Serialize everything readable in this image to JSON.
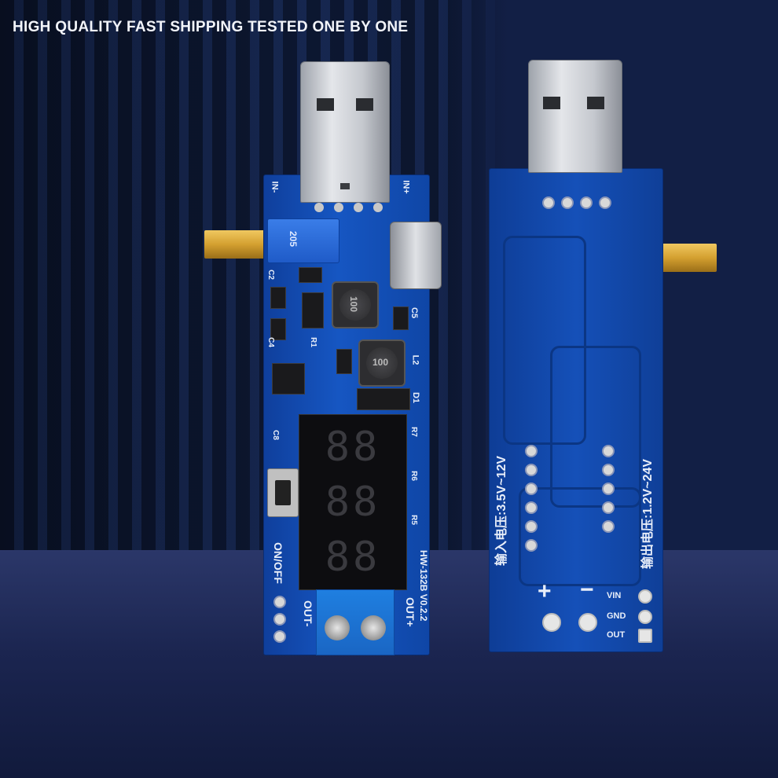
{
  "banner": {
    "headline": "HIGH QUALITY FAST SHIPPING TESTED ONE BY ONE"
  },
  "front_board": {
    "label_in_minus": "IN-",
    "label_in_plus": "IN+",
    "label_c5": "C5",
    "label_l2": "L2",
    "label_d1": "D1",
    "label_c4": "C4",
    "label_c2": "C2",
    "label_r1": "R1",
    "label_c8": "C8",
    "label_r7": "R7",
    "label_r6": "R6",
    "label_r5": "R5",
    "label_pot": "205",
    "inductor_1": "100",
    "inductor_2": "100",
    "display_digits": [
      "88",
      "88",
      "88"
    ],
    "label_on_off": "ON/OFF",
    "label_model": "HW-132B V0.2.2",
    "label_out_plus": "OUT+",
    "label_out_minus": "OUT-"
  },
  "back_board": {
    "input_voltage": "输入电压:3.5V~12V",
    "output_voltage": "输出电压:1.2V~24V",
    "label_plus": "+",
    "label_minus": "−",
    "label_vin": "VIN",
    "label_gnd": "GND",
    "label_out": "OUT"
  }
}
